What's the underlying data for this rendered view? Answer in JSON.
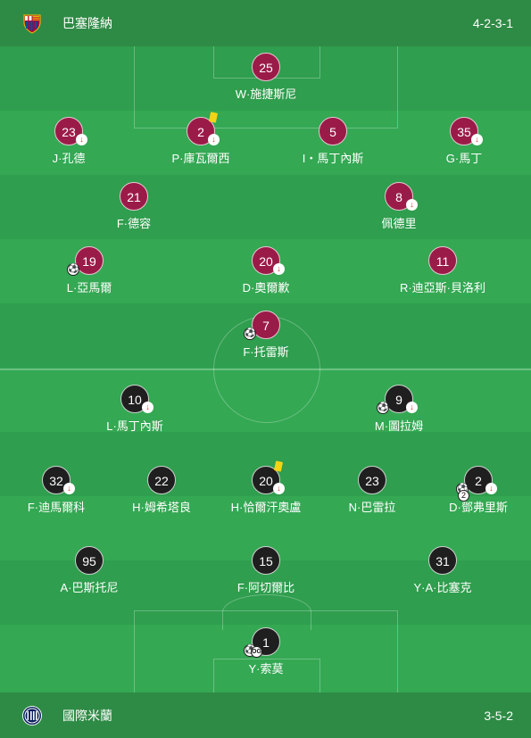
{
  "home": {
    "name": "巴塞隆納",
    "formation": "4-2-3-1",
    "logo_icon": "barcelona-crest-icon",
    "color": "#9b1b48"
  },
  "away": {
    "name": "國際米蘭",
    "formation": "3-5-2",
    "logo_icon": "inter-crest-icon",
    "color": "#1f1f1f"
  },
  "pitch_color": "#34a853",
  "bar_color": "#2e8b45",
  "home_players": [
    {
      "number": "25",
      "name": "W·施捷斯尼"
    },
    {
      "number": "23",
      "name": "J·孔德",
      "subbed": true
    },
    {
      "number": "2",
      "name": "P·庫瓦爾西",
      "subbed": true,
      "yellow_card": true
    },
    {
      "number": "5",
      "name": "I・馬丁內斯"
    },
    {
      "number": "35",
      "name": "G·馬丁",
      "subbed": true
    },
    {
      "number": "21",
      "name": "F·德容"
    },
    {
      "number": "8",
      "name": "佩德里",
      "subbed": true
    },
    {
      "number": "19",
      "name": "L·亞馬爾",
      "goals": 1
    },
    {
      "number": "20",
      "name": "D·奧爾歉",
      "subbed": true
    },
    {
      "number": "11",
      "name": "R·迪亞斯·貝洛利"
    },
    {
      "number": "7",
      "name": "F·托雷斯",
      "goals": 1
    }
  ],
  "away_players": [
    {
      "number": "10",
      "name": "L·馬丁內斯",
      "subbed": true
    },
    {
      "number": "9",
      "name": "M·圖拉姆",
      "subbed": true,
      "goals": 1
    },
    {
      "number": "32",
      "name": "F·迪馬爾科",
      "subbed": true
    },
    {
      "number": "22",
      "name": "H·姆希塔良"
    },
    {
      "number": "20",
      "name": "H·恰爾汗奧盧",
      "subbed": true,
      "yellow_card": true
    },
    {
      "number": "23",
      "name": "N·巴雷拉"
    },
    {
      "number": "2",
      "name": "D·鄧弗里斯",
      "subbed": true,
      "goals": 2
    },
    {
      "number": "95",
      "name": "A·巴斯托尼"
    },
    {
      "number": "15",
      "name": "F·阿切爾比"
    },
    {
      "number": "31",
      "name": "Y·A·比塞克"
    },
    {
      "number": "1",
      "name": "Y·索莫",
      "goals": 1,
      "own_goal": true
    }
  ],
  "icons": {
    "substitution": "↓",
    "goal": "⚽",
    "own_goal_label": "OG"
  }
}
